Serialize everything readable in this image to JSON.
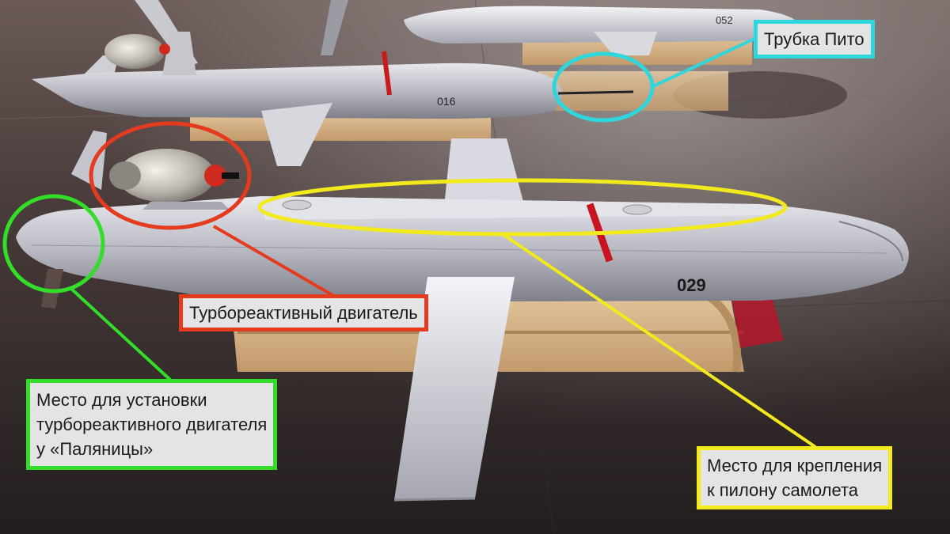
{
  "image": {
    "subject": "Паляница"
  },
  "aircraft": {
    "top_number": "052",
    "middle_number": "016",
    "front_number": "029"
  },
  "callouts": {
    "pitot": {
      "text": "Трубка Пито",
      "color": "#2fd6dc"
    },
    "engine": {
      "text": "Турбореактивный двигатель",
      "color": "#e43b1e"
    },
    "mount": {
      "lines": [
        "Место для установки",
        "турбореактивного двигателя",
        "у «Паляницы»"
      ],
      "color": "#33dd2a"
    },
    "pylon": {
      "lines": [
        "Место для крепления",
        "к пилону самолета"
      ],
      "color": "#f2ea1c"
    }
  }
}
